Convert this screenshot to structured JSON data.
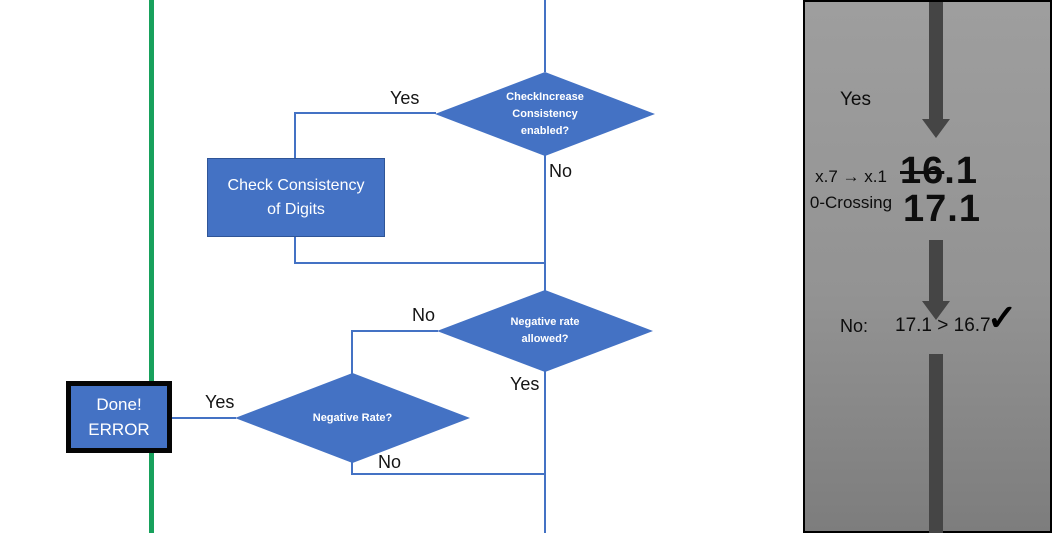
{
  "colors": {
    "shape_fill": "#4472C4",
    "shape_border": "#2F5597",
    "connector_line": "#4472C4",
    "green_line": "#17A15C",
    "panel_gray_top": "#9E9E9E",
    "panel_gray_bottom": "#7D7D7D",
    "panel_border": "#000000",
    "panel_arrow": "#454545",
    "done_box_border": "#050505",
    "shape_text": "#FFFFFF",
    "label_text": "#141414"
  },
  "flow": {
    "d1": {
      "line1": "CheckIncrease",
      "line2": "Consistency",
      "line3": "enabled?"
    },
    "r1": {
      "line1": "Check Consistency",
      "line2": "of Digits"
    },
    "d2": {
      "line1": "Negative rate",
      "line2": "allowed?"
    },
    "d3": {
      "line1": "Negative Rate?"
    },
    "done": {
      "line1": "Done!",
      "line2": "ERROR"
    },
    "labels": {
      "d1_yes": "Yes",
      "d1_no": "No",
      "d2_no": "No",
      "d2_yes": "Yes",
      "d3_yes": "Yes",
      "d3_no": "No"
    }
  },
  "panel": {
    "yes_label": "Yes",
    "map_line1": "x.7 → x.1",
    "map_line2": "0-Crossing",
    "old_value_struck": "16",
    "old_value_tail": ".1",
    "new_value": "17.1",
    "no_label": "No:",
    "comparison": "17.1 > 16.7",
    "check_mark": "✓"
  }
}
